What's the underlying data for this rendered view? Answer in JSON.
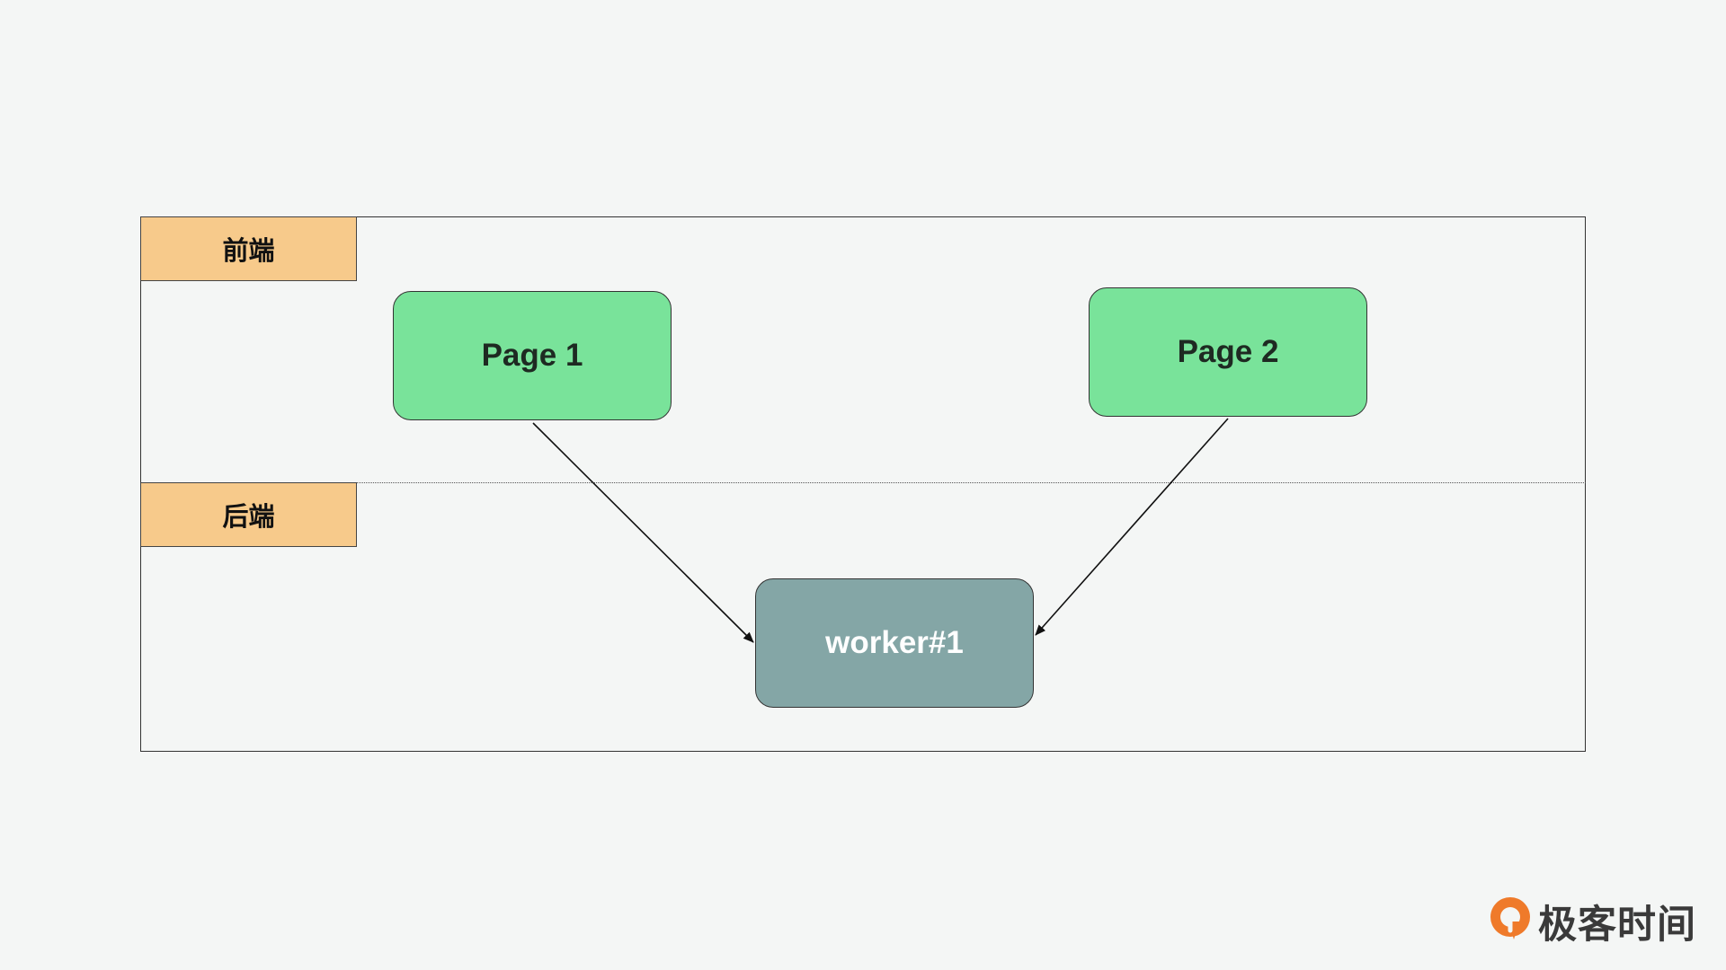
{
  "layers": {
    "frontend_label": "前端",
    "backend_label": "后端"
  },
  "nodes": {
    "page1": "Page 1",
    "page2": "Page 2",
    "worker": "worker#1"
  },
  "edges": [
    {
      "from": "Page 1",
      "to": "worker#1"
    },
    {
      "from": "Page 2",
      "to": "worker#1"
    }
  ],
  "brand": {
    "logo_text": "极客时间",
    "icon": "geektime-logo-icon"
  },
  "colors": {
    "background": "#f4f6f5",
    "layer_tag": "#f7ca8b",
    "page_node": "#79e39a",
    "worker_node": "#84a6a6",
    "logo_orange": "#ef7a2a"
  }
}
